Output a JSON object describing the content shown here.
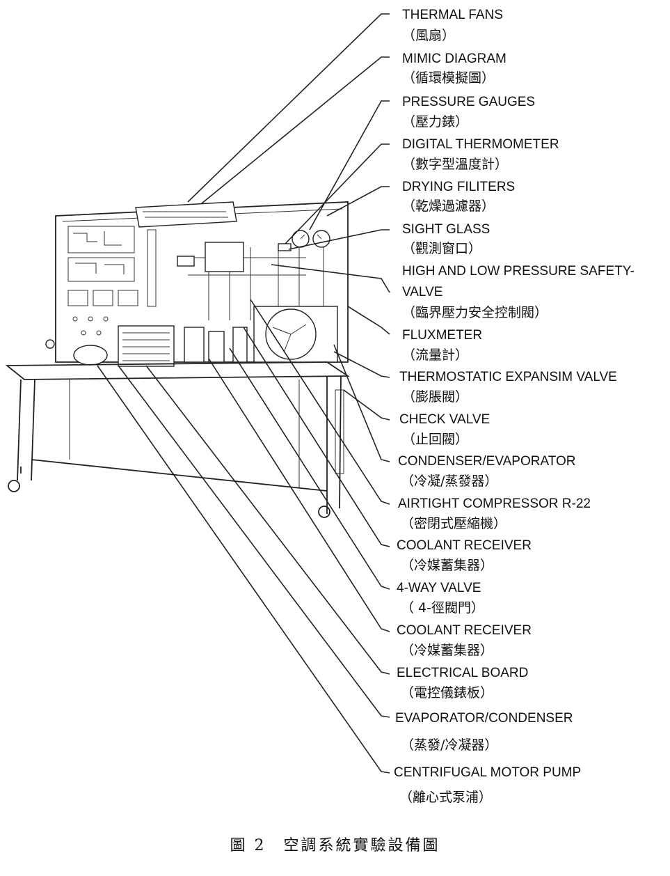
{
  "labels": [
    {
      "en": "THERMAL FANS",
      "zh": "（風扇）"
    },
    {
      "en": "MIMIC DIAGRAM",
      "zh": "（循環模擬圖）"
    },
    {
      "en": "PRESSURE GAUGES",
      "zh": "（壓力錶）"
    },
    {
      "en": "DIGITAL THERMOMETER",
      "zh": "（數字型溫度計）"
    },
    {
      "en": "DRYING FILITERS",
      "zh": "（乾燥過濾器）"
    },
    {
      "en": "SIGHT GLASS",
      "zh": "（觀測窗口）"
    },
    {
      "en": "HIGH AND LOW PRESSURE SAFETY-",
      "en2": "VALVE",
      "zh": "（臨界壓力安全控制閥）"
    },
    {
      "en": "FLUXMETER",
      "zh": "（流量計）"
    },
    {
      "en": "THERMOSTATIC EXPANSIM VALVE",
      "zh": "（膨脹閥）"
    },
    {
      "en": "CHECK VALVE",
      "zh": "（止回閥）"
    },
    {
      "en": "CONDENSER/EVAPORATOR",
      "zh": "（冷凝/蒸發器）"
    },
    {
      "en": "AIRTIGHT COMPRESSOR R-22",
      "zh": "（密閉式壓縮機）"
    },
    {
      "en": "COOLANT RECEIVER",
      "zh": "（冷媒蓄集器）"
    },
    {
      "en": "4-WAY VALVE",
      "zh": "（ 4-徑閥門）"
    },
    {
      "en": "COOLANT RECEIVER",
      "zh": "（冷媒蓄集器）"
    },
    {
      "en": "ELECTRICAL BOARD",
      "zh": "（電控儀錶板）"
    },
    {
      "en": "EVAPORATOR/CONDENSER",
      "zh": "（蒸發/冷凝器）"
    },
    {
      "en": "CENTRIFUGAL MOTOR PUMP",
      "zh": "（離心式泵浦）"
    }
  ],
  "caption": "圖 2　空調系統實驗設備圖"
}
